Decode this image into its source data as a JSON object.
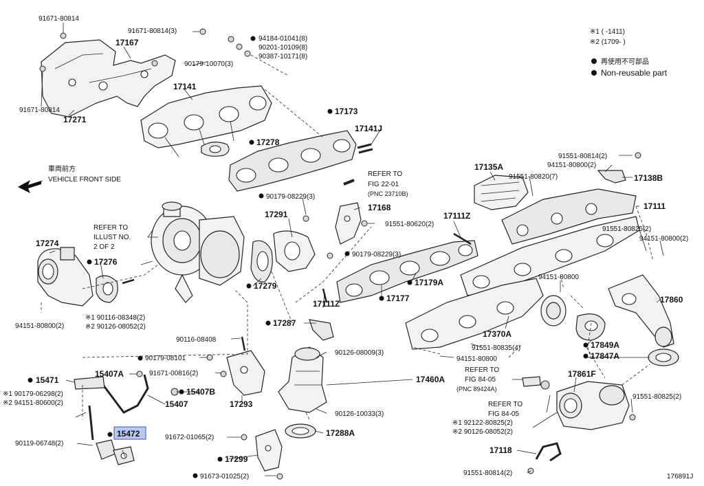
{
  "legend": {
    "note1": "※1 (      -1411)",
    "note2": "※2 (1709-      )",
    "bullet1": "再使用不可部品",
    "bullet2": "Non-reusable part"
  },
  "direction": {
    "jp": "車両前方",
    "en": "VEHICLE FRONT SIDE"
  },
  "diagram_id": "176891J",
  "highlighted_part": "15472",
  "labels": {
    "p91671_80814_top": "91671-80814",
    "p91671_80814_3": "91671-80814(3)",
    "p94184_01041": "94184-01041(8)",
    "p90201_10109": "90201-10109(8)",
    "p90387_10171": "90387-10171(8)",
    "p17167": "17167",
    "p90179_10070": "90179-10070(3)",
    "p17141": "17141",
    "p91671_80814_left": "91671-80814",
    "p17271": "17271",
    "p17173": "17173",
    "p17141J": "17141J",
    "p17278": "17278",
    "refer22_1": "REFER TO",
    "refer22_2": "FIG 22-01",
    "refer22_3": "(PNC 23710B)",
    "p90179_08229_top": "90179-08229(3)",
    "p17168": "17168",
    "p91551_80620": "91551-80620(2)",
    "p17291": "17291",
    "p17111Z_top": "17111Z",
    "p90179_08229_mid": "90179-08229(3)",
    "referIllus_1": "REFER TO",
    "referIllus_2": "ILLUST NO.",
    "referIllus_3": "2 OF 2",
    "p17274": "17274",
    "p17276": "17276",
    "p17279": "17279",
    "p17179A": "17179A",
    "p17111Z_mid": "17111Z",
    "p17177": "17177",
    "p90116_08348": "※1 90116-08348(2)",
    "p90126_08052_left": "※2 90126-08052(2)",
    "p94151_80800_left": "94151-80800(2)",
    "p17287": "17287",
    "p90116_08408": "90116-08408",
    "p90179_08101": "90179-08101",
    "p15407A": "15407A",
    "p91671_00816": "91671-00816(2)",
    "p15407B": "15407B",
    "p15471": "15471",
    "p90179_06298": "※1 90179-06298(2)",
    "p94151_80600": "※2 94151-80600(2)",
    "p15407": "15407",
    "p17293": "17293",
    "p90126_08009": "90126-08009(3)",
    "p17460A": "17460A",
    "p90126_10033": "90126-10033(3)",
    "p17288A": "17288A",
    "p15472": "15472",
    "p90119_06748": "90119-06748(2)",
    "p91672_01065": "91672-01065(2)",
    "p17299": "17299",
    "p91673_01025": "91673-01025(2)",
    "p17135A": "17135A",
    "p91551_80814_r": "91551-80814(2)",
    "p94151_80800_r1": "94151-80800(2)",
    "p91551_80820": "91551-80820(7)",
    "p17138B": "17138B",
    "p17111": "17111",
    "p91551_80825_r": "91551-80825(2)",
    "p94151_80800_r2": "94151-80800(2)",
    "p94151_80800_mid": "94151-80800",
    "p17860": "17860",
    "p17370A": "17370A",
    "p91551_80835": "91551-80835(4)",
    "p94151_80800_low": "94151-80800",
    "p17849A": "17849A",
    "p17847A": "17847A",
    "refer84a_1": "REFER TO",
    "refer84a_2": "FIG 84-05",
    "refer84a_3": "(PNC 89424A)",
    "p17861F": "17861F",
    "refer84b_1": "REFER TO",
    "refer84b_2": "FIG 84-05",
    "p92122_80825": "※1 92122-80825(2)",
    "p90126_08052_right": "※2 90126-08052(2)",
    "p91551_80825_b": "91551-80825(2)",
    "p17118": "17118",
    "p91551_80814_b": "91551-80814(2)"
  }
}
